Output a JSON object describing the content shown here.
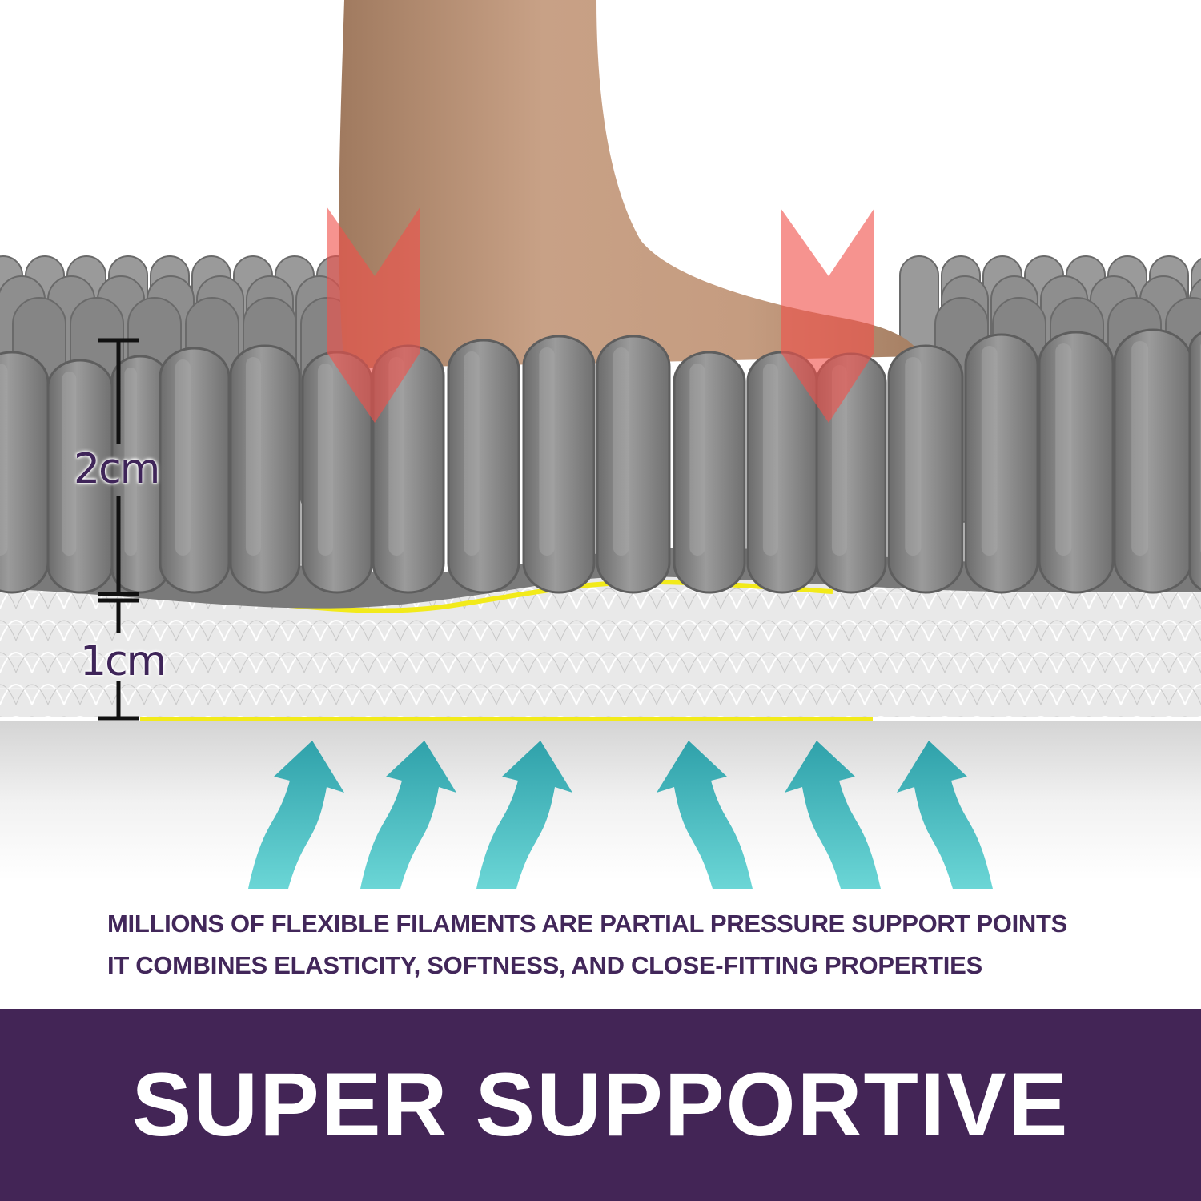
{
  "measurements": {
    "top_layer_label": "2cm",
    "bottom_layer_label": "1cm"
  },
  "caption": {
    "line1": "MILLIONS OF FLEXIBLE FILAMENTS ARE PARTIAL PRESSURE SUPPORT POINTS",
    "line2": "IT COMBINES ELASTICITY, SOFTNESS, AND CLOSE-FITTING PROPERTIES"
  },
  "banner": {
    "title": "SUPER SUPPORTIVE"
  },
  "colors": {
    "banner_background": "#432556",
    "banner_text": "#ffffff",
    "caption_text": "#42275a",
    "pressure_arrows": "#f0504a",
    "support_arrows": "#3fb6bd",
    "chenille": "#8a8a8a",
    "highlight_line": "#f2ea1a"
  },
  "icons": {
    "pressure": "down-arrow-icon",
    "support": "curved-up-arrow-icon"
  }
}
